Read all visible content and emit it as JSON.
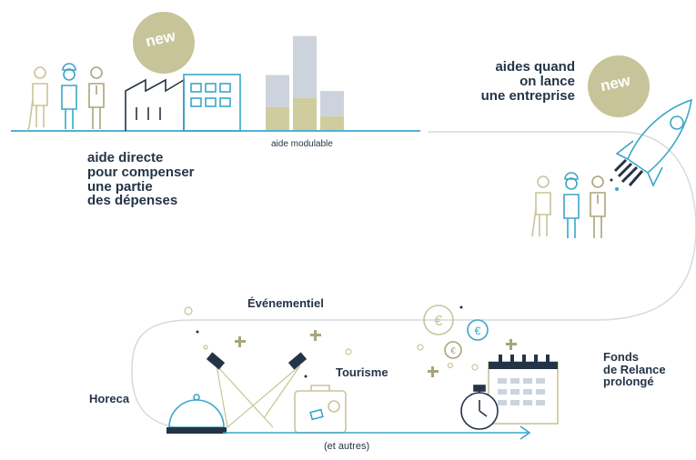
{
  "colors": {
    "navy": "#243447",
    "teal": "#3aa6c8",
    "olive": "#c8c49a",
    "olive_dark": "#a9a57a",
    "bar_grey": "#ccd3dc",
    "bar_olive": "#cfcca0",
    "path": "#d6d9de"
  },
  "badges": {
    "new_top": "new",
    "new_right": "new"
  },
  "labels": {
    "aide_directe": [
      "aide directe",
      "pour compenser",
      "une partie",
      "des dépenses"
    ],
    "aide_modulable": "aide modulable",
    "aides_lancement": [
      "aides quand",
      "on lance",
      "une entreprise"
    ],
    "evenementiel": "Événementiel",
    "tourisme": "Tourisme",
    "horeca": "Horeca",
    "fonds_relance": [
      "Fonds",
      "de Relance",
      "prolongé"
    ],
    "et_autres": "(et autres)"
  },
  "modulable_bars": [
    {
      "total": 0.48,
      "olive": 0.2
    },
    {
      "total": 0.82,
      "olive": 0.28
    },
    {
      "total": 0.34,
      "olive": 0.12
    }
  ]
}
